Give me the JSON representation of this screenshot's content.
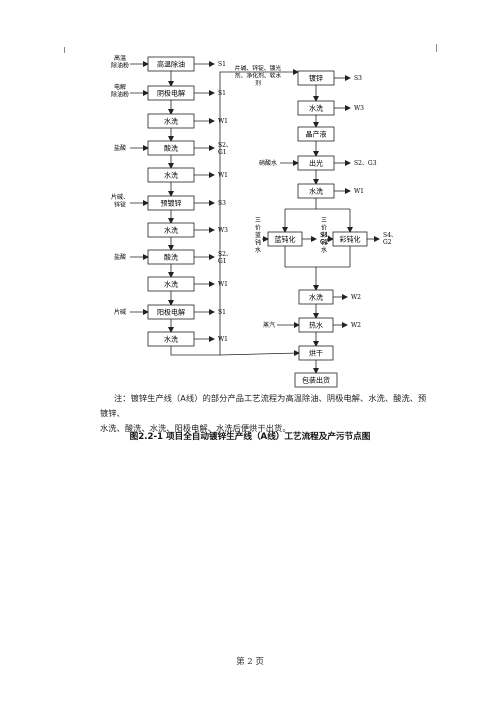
{
  "flowchart": {
    "left_column": [
      {
        "id": "L1",
        "label": "高温除油",
        "input": "高温\n除油粉",
        "output": "S1"
      },
      {
        "id": "L2",
        "label": "阴极电解",
        "input": "电解\n除油粉",
        "output": "S1"
      },
      {
        "id": "L3",
        "label": "水洗",
        "input": "",
        "output": "W1"
      },
      {
        "id": "L4",
        "label": "酸洗",
        "input": "盐酸",
        "output": "S2、\nG1"
      },
      {
        "id": "L5",
        "label": "水洗",
        "input": "",
        "output": "W1"
      },
      {
        "id": "L6",
        "label": "预镀锌",
        "input": "片碱、\n锌锭",
        "output": "S3"
      },
      {
        "id": "L7",
        "label": "水洗",
        "input": "",
        "output": "W3"
      },
      {
        "id": "L8",
        "label": "酸洗",
        "input": "盐酸",
        "output": "S2、\nG1"
      },
      {
        "id": "L9",
        "label": "水洗",
        "input": "",
        "output": "W1"
      },
      {
        "id": "L10",
        "label": "阳极电解",
        "input": "片碱",
        "output": "S1"
      },
      {
        "id": "L11",
        "label": "水洗",
        "input": "",
        "output": "W1"
      }
    ],
    "right_column": [
      {
        "id": "R1",
        "label": "镀锌",
        "input": "片碱、锌锭、镀光\n剂、净化剂、软水\n剂",
        "output": "S3"
      },
      {
        "id": "R2",
        "label": "水洗",
        "input": "",
        "output": "W3"
      },
      {
        "id": "R3",
        "label": "晶产液",
        "input": "",
        "output": ""
      },
      {
        "id": "R4",
        "label": "出光",
        "input": "硝酸水",
        "output": "S2、G3"
      },
      {
        "id": "R5",
        "label": "水洗",
        "input": "",
        "output": "W1"
      }
    ],
    "branch_left": {
      "label": "蓝钝化",
      "input": "三\n价\n蓝\n钝\n水",
      "output": "S4、\nG2"
    },
    "branch_right": {
      "label": "彩钝化",
      "input": "三\n价\n彩\n钝\n水",
      "output": "S4、\nG2"
    },
    "after_merge": [
      {
        "id": "M1",
        "label": "水洗",
        "input": "",
        "output": "W2"
      },
      {
        "id": "M2",
        "label": "热水",
        "input": "蒸汽",
        "output": "W2"
      },
      {
        "id": "M3",
        "label": "烘干",
        "input": "",
        "output": ""
      },
      {
        "id": "M4",
        "label": "包装出货",
        "input": "",
        "output": ""
      }
    ]
  },
  "note": {
    "prefix": "注：",
    "lines": [
      "镀锌生产线（A线）的部分产品工艺流程为高温除油、阴极电解、水洗、酸洗、预镀锌、",
      "水洗、酸洗、水洗、阳极电解、水洗后便烘干出货。"
    ]
  },
  "caption": "图2.2-1  项目全自动镀锌生产线（A线）工艺流程及产污节点图",
  "page_number": "第 2 页"
}
